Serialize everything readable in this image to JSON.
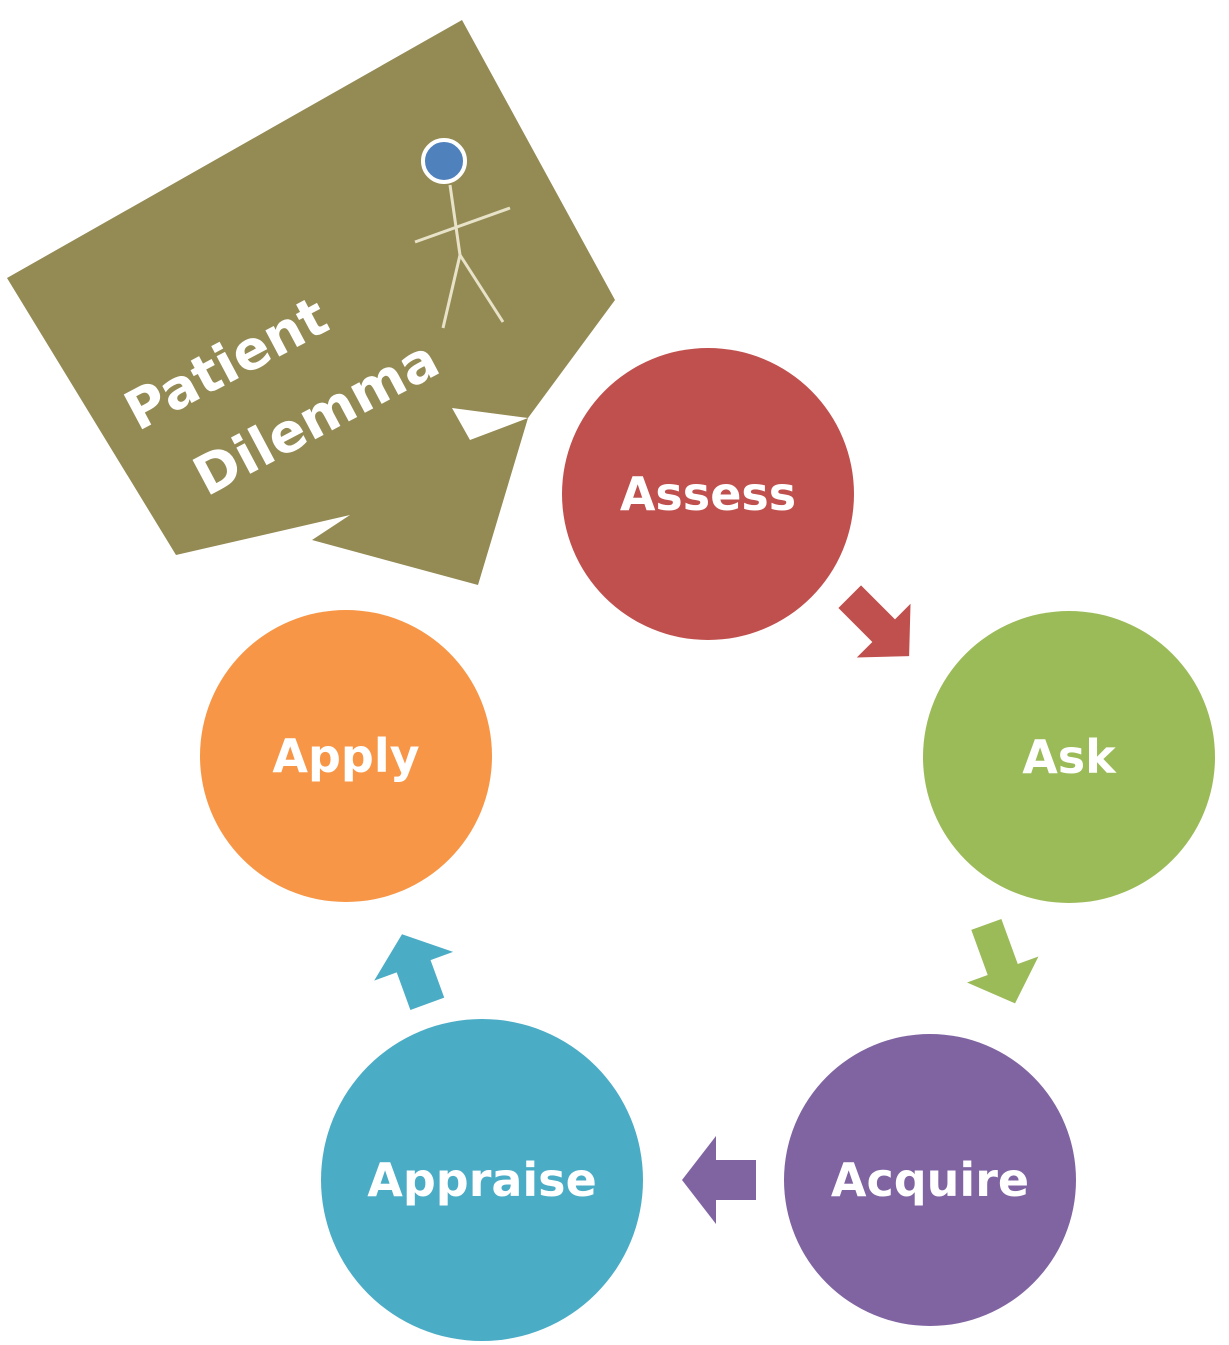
{
  "callout": {
    "line1": "Patient",
    "line2": "Dilemma",
    "color": "#948a54",
    "figure_color": "#e8e3c8",
    "head_color": "#4f81bd",
    "icon": "stick-figure-icon"
  },
  "steps": [
    {
      "id": "assess",
      "label": "Assess",
      "color": "#c0504d"
    },
    {
      "id": "ask",
      "label": "Ask",
      "color": "#9bbb59"
    },
    {
      "id": "acquire",
      "label": "Acquire",
      "color": "#8064a2"
    },
    {
      "id": "appraise",
      "label": "Appraise",
      "color": "#4bacc6"
    },
    {
      "id": "apply",
      "label": "Apply",
      "color": "#f79646"
    }
  ]
}
